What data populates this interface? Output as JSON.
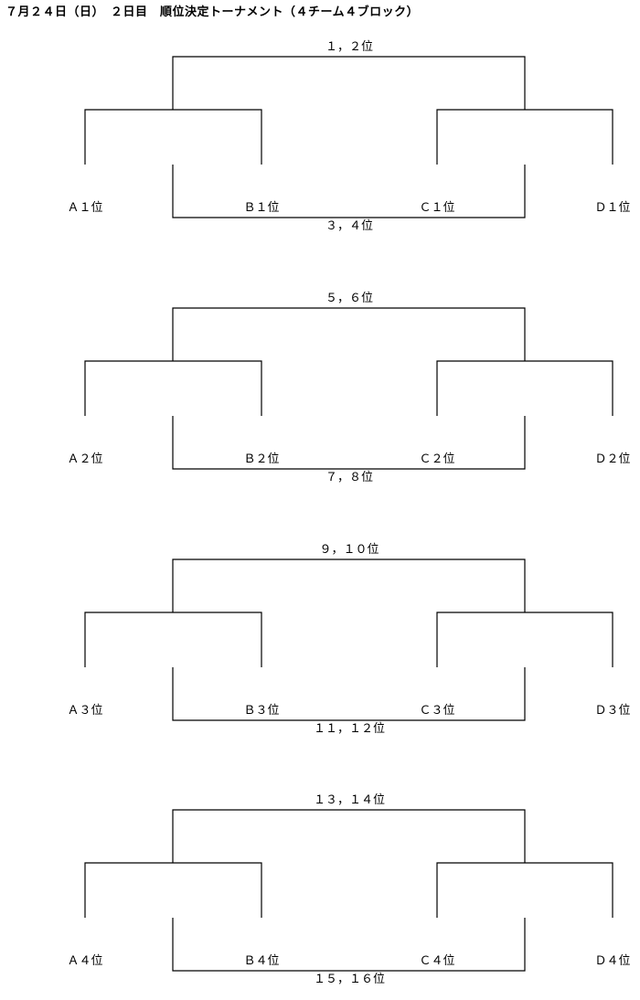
{
  "title": "７月２４日（日）　２日目　順位決定トーナメント（４チーム４ブロック）",
  "line_color": "#000000",
  "brackets": [
    {
      "winners_label": "１，２位",
      "losers_label": "３，４位",
      "teams": [
        "Ａ１位",
        "Ｂ１位",
        "Ｃ１位",
        "Ｄ１位"
      ]
    },
    {
      "winners_label": "５，６位",
      "losers_label": "７，８位",
      "teams": [
        "Ａ２位",
        "Ｂ２位",
        "Ｃ２位",
        "Ｄ２位"
      ]
    },
    {
      "winners_label": "９，１０位",
      "losers_label": "１１，１２位",
      "teams": [
        "Ａ３位",
        "Ｂ３位",
        "Ｃ３位",
        "Ｄ３位"
      ]
    },
    {
      "winners_label": "１３，１４位",
      "losers_label": "１５，１６位",
      "teams": [
        "Ａ４位",
        "Ｂ４位",
        "Ｃ４位",
        "Ｄ４位"
      ]
    }
  ]
}
